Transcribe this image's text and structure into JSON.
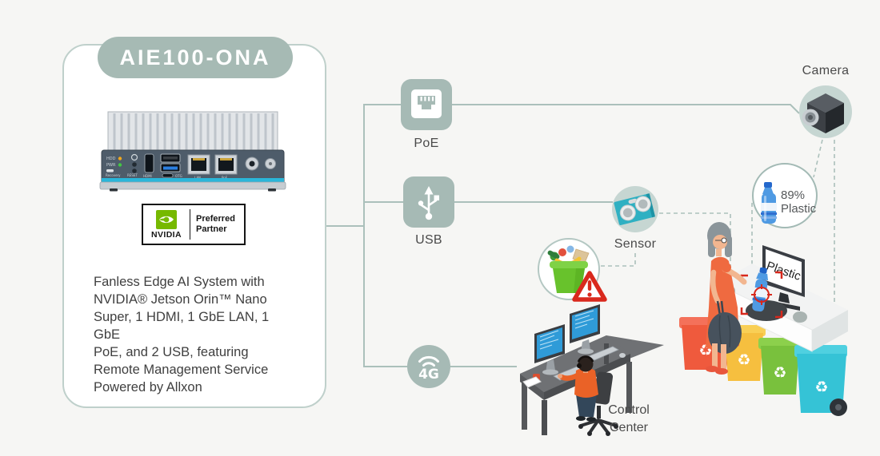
{
  "title_badge": "AIE100-ONA",
  "card": {
    "description": "Fanless Edge AI System with\nNVIDIA® Jetson Orin™ Nano\nSuper, 1 HDMI, 1 GbE LAN, 1 GbE\nPoE, and 2 USB, featuring\nRemote Management Service\nPowered by Allxon",
    "nvidia_badge": {
      "brand": "NVIDIA",
      "tier": "Preferred\nPartner"
    },
    "device_labels": {
      "hdd": "HDD",
      "pwr": "PWR",
      "reset": "RESET",
      "recovery": "Recovery",
      "hdmi": "HDMI",
      "otg": "OTG",
      "lan": "LAN",
      "poe": "PoE"
    }
  },
  "connectors": {
    "poe": {
      "label": "PoE"
    },
    "usb": {
      "label": "USB"
    },
    "cellular": {
      "label": "4G"
    }
  },
  "endpoints": {
    "camera": {
      "label": "Camera"
    },
    "sensor": {
      "label": "Sensor"
    },
    "control_center": {
      "label": "Control\nCenter"
    },
    "detection_bubble": {
      "percent": "89%",
      "material": "Plastic"
    },
    "display": {
      "label": "Plastic"
    }
  },
  "icons": {
    "recycle": "♻"
  },
  "colors": {
    "sage": "#a6bab5",
    "line": "#abc0bb",
    "circle_bg": "#c6d6d2",
    "nvidia_green": "#76b900",
    "warning_red": "#d9291d",
    "accent_cyan": "#2ab6d9"
  }
}
